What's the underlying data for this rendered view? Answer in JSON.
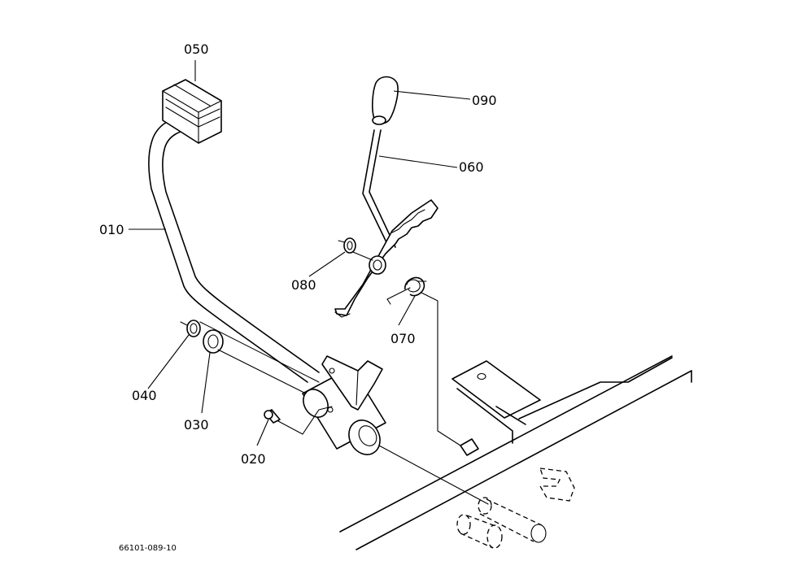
{
  "labels": {
    "p010": "010",
    "p020": "020",
    "p030": "030",
    "p040": "040",
    "p050": "050",
    "p060": "060",
    "p070": "070",
    "p080": "080",
    "p090": "090"
  },
  "drawing_code": "66101-089-10"
}
